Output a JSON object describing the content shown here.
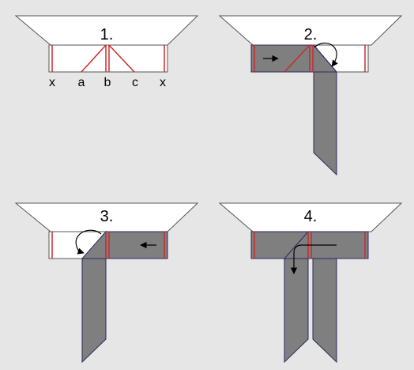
{
  "panels": [
    {
      "label": "1.",
      "point_labels": [
        "x",
        "a",
        "b",
        "c",
        "x"
      ]
    },
    {
      "label": "2."
    },
    {
      "label": "3."
    },
    {
      "label": "4."
    }
  ],
  "colors": {
    "background": "#e6e6e6",
    "paper": "#ffffff",
    "fold_fill": "#7f7f7f",
    "fold_line": "#cc2a2a",
    "outline": "#2a2a60",
    "arrow": "#000000"
  }
}
